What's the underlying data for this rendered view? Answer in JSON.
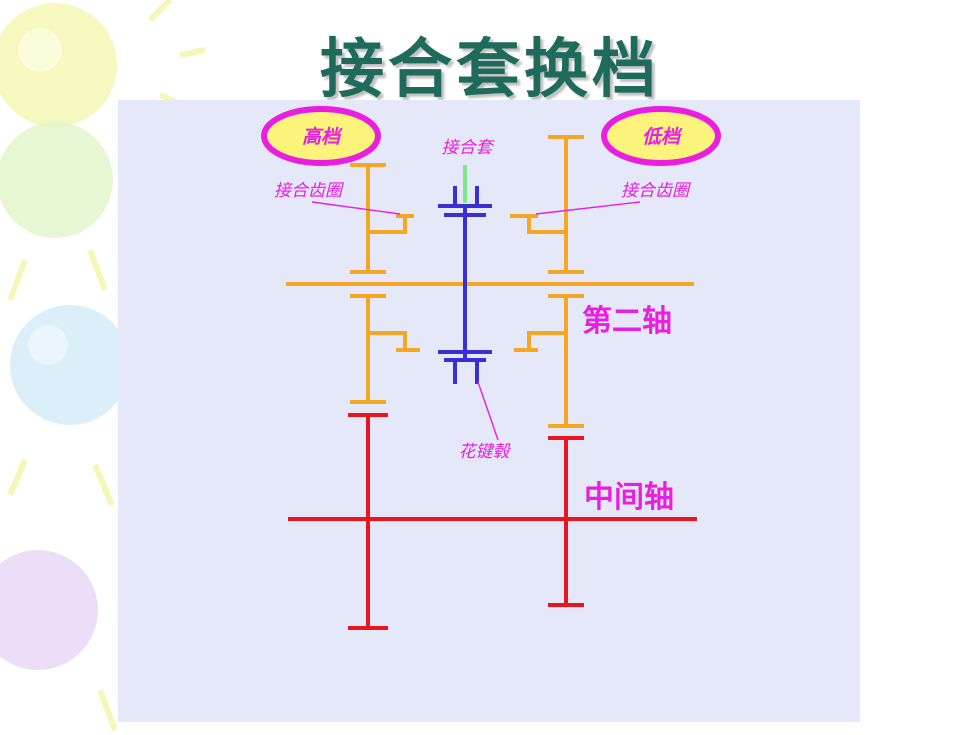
{
  "title": "接合套换档",
  "labels": {
    "high_gear": "高档",
    "low_gear": "低档",
    "sleeve": "接合套",
    "ring_left": "接合齿圈",
    "ring_right": "接合齿圈",
    "second_shaft": "第二轴",
    "spline_hub": "花键毂",
    "counter_shaft": "中间轴"
  },
  "colors": {
    "title": "#1e6b5c",
    "panel": "#e4e8f8",
    "second_shaft_gears": "#f5a623",
    "counter_shaft": "#e8141e",
    "sleeve_hub": "#3a2fd6",
    "sleeve_top": "#7be88a",
    "label": "#e91ee0",
    "badge_fill": "#fbf37a"
  }
}
